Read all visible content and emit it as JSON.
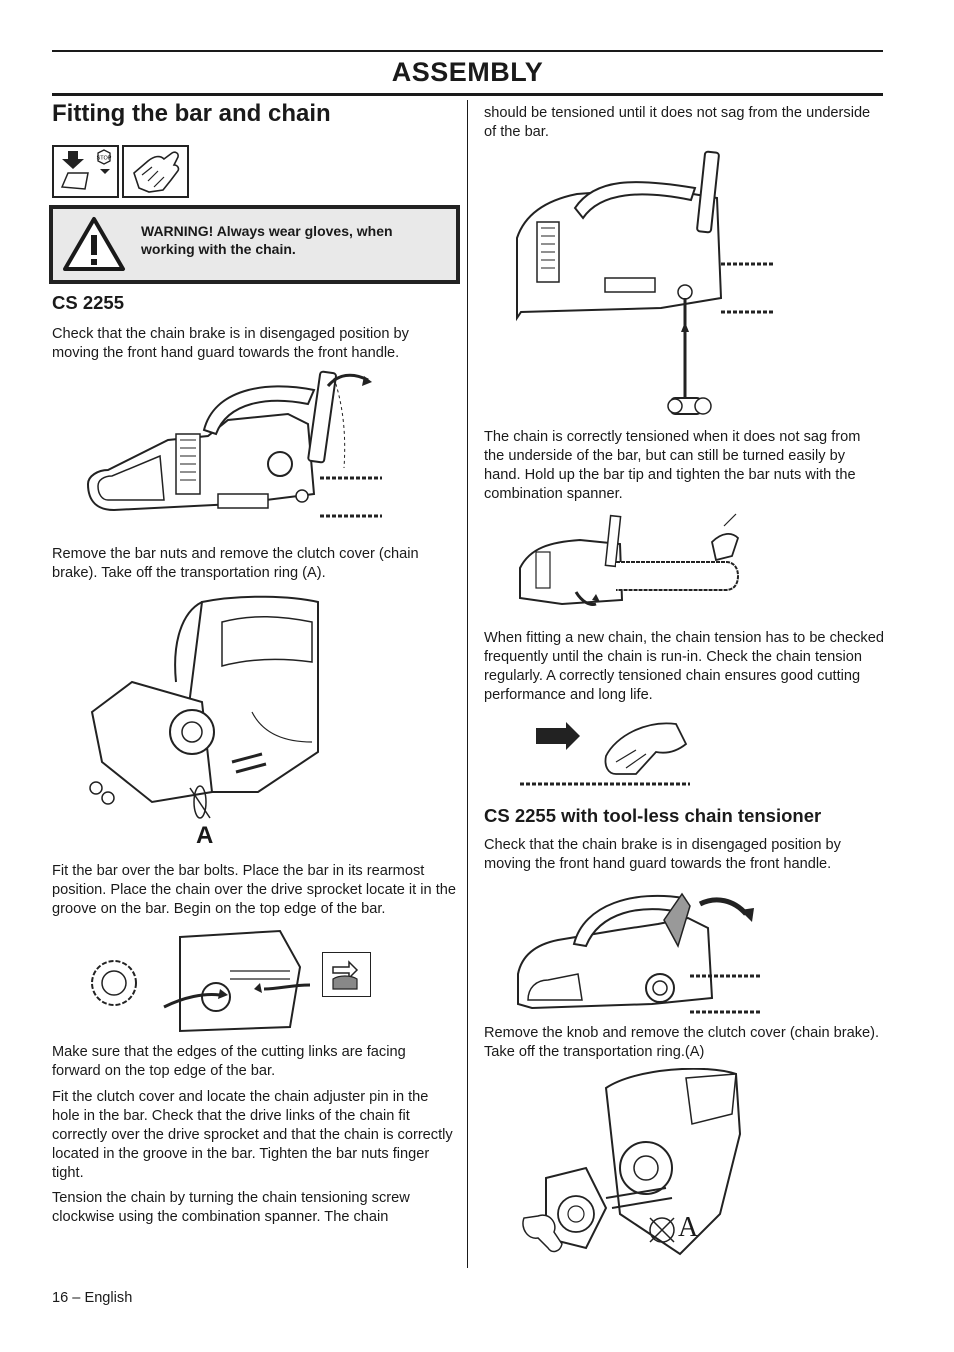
{
  "header": {
    "section_title": "ASSEMBLY"
  },
  "page_title": "Fitting the bar and chain",
  "warning": {
    "text": "WARNING! Always wear gloves, when working with the chain."
  },
  "left": {
    "cs2255_heading": "CS 2255",
    "p1": "Check that the chain brake is in disengaged position by moving the front hand guard towards the front handle.",
    "p2": "Remove the bar nuts and remove the clutch cover (chain brake). Take off the transportation ring (A).",
    "label_a": "A",
    "p3": "Fit the bar over the bar bolts. Place the bar in its rearmost position. Place the chain over the drive sprocket locate it in the groove on the bar. Begin on the top edge of the bar.",
    "p4": "Make sure that the edges of the cutting links are facing forward on the top edge of the bar.",
    "p5": "Fit the clutch cover and locate the chain adjuster pin in the hole in the bar. Check that the drive links of the chain fit correctly over the drive sprocket and that the chain is correctly located in the groove in the bar. Tighten the bar nuts finger tight.",
    "p6": "Tension the chain by turning the chain tensioning screw clockwise using the combination spanner. The chain"
  },
  "right": {
    "p1": "should be tensioned until it does not sag from the underside of the bar.",
    "p2": "The chain is correctly tensioned when it does not sag from the underside of the bar, but can still be turned easily by hand. Hold up the bar tip and tighten the bar nuts with the combination spanner.",
    "p3": "When fitting a new chain, the chain tension has to be checked frequently until the chain is run-in. Check the chain tension regularly. A correctly tensioned chain ensures good cutting performance and long life.",
    "toolless_heading": "CS 2255 with tool-less chain tensioner",
    "p4": "Check that the chain brake is in disengaged position by moving the front hand guard towards the front handle.",
    "p5": "Remove the knob and remove the clutch cover (chain brake). Take off the transportation ring.(A)",
    "label_a": "A"
  },
  "icons": {
    "stop_label": "STOP"
  },
  "footer": {
    "page": "16 – English"
  }
}
